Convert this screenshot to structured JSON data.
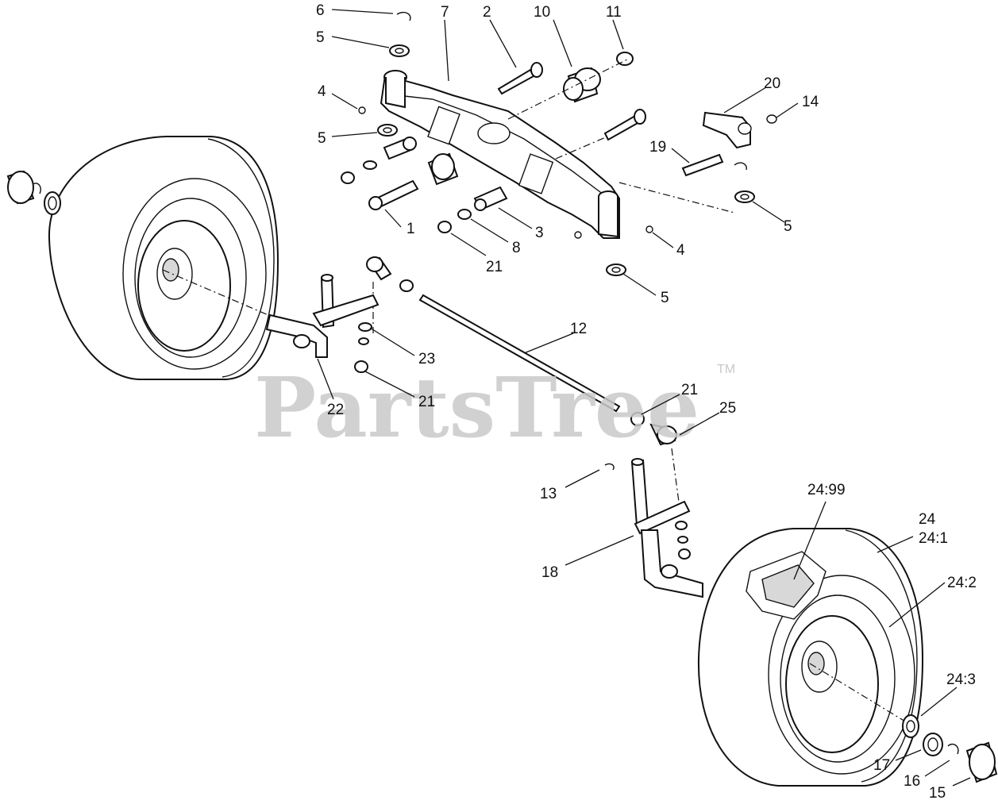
{
  "watermark": {
    "text": "PartsTree",
    "trademark": "TM"
  },
  "callouts": {
    "c6": "6",
    "c5a": "5",
    "c4a": "4",
    "c5b": "5",
    "c7": "7",
    "c2": "2",
    "c10": "10",
    "c11": "11",
    "c20": "20",
    "c14": "14",
    "c19": "19",
    "c5c": "5",
    "c1": "1",
    "c3": "3",
    "c8": "8",
    "c21a": "21",
    "c4b": "4",
    "c5d": "5",
    "c12": "12",
    "c23": "23",
    "c21b": "21",
    "c22": "22",
    "c21c": "21",
    "c25": "25",
    "c13": "13",
    "c18": "18",
    "c24_99": "24:99",
    "c24": "24",
    "c24_1": "24:1",
    "c24_2": "24:2",
    "c24_3": "24:3",
    "c17": "17",
    "c16": "16",
    "c15": "15"
  },
  "colors": {
    "line": "#111111",
    "watermark": "#c9c9c9",
    "background": "#ffffff"
  }
}
